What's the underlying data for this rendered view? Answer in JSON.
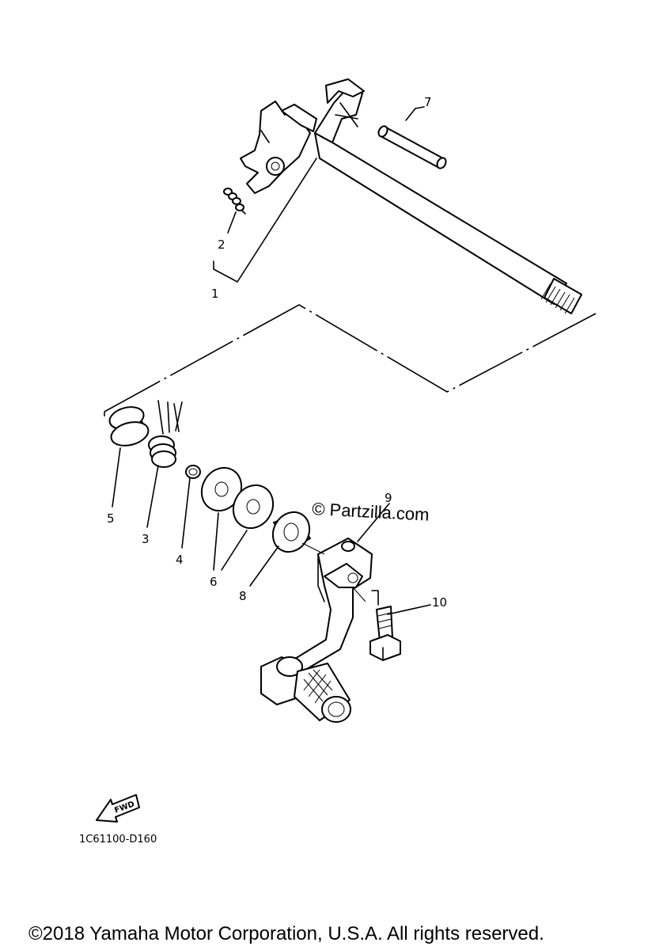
{
  "diagram": {
    "callouts": {
      "c1": "1",
      "c2": "2",
      "c3": "3",
      "c4": "4",
      "c5": "5",
      "c6": "6",
      "c7": "7",
      "c8": "8",
      "c9": "9",
      "c10": "10"
    },
    "fwd_label": "FWD",
    "drawing_code": "1C61100-D160",
    "watermark": "© Partzilla.com",
    "copyright": "©2018 Yamaha Motor Corporation, U.S.A. All rights reserved."
  }
}
